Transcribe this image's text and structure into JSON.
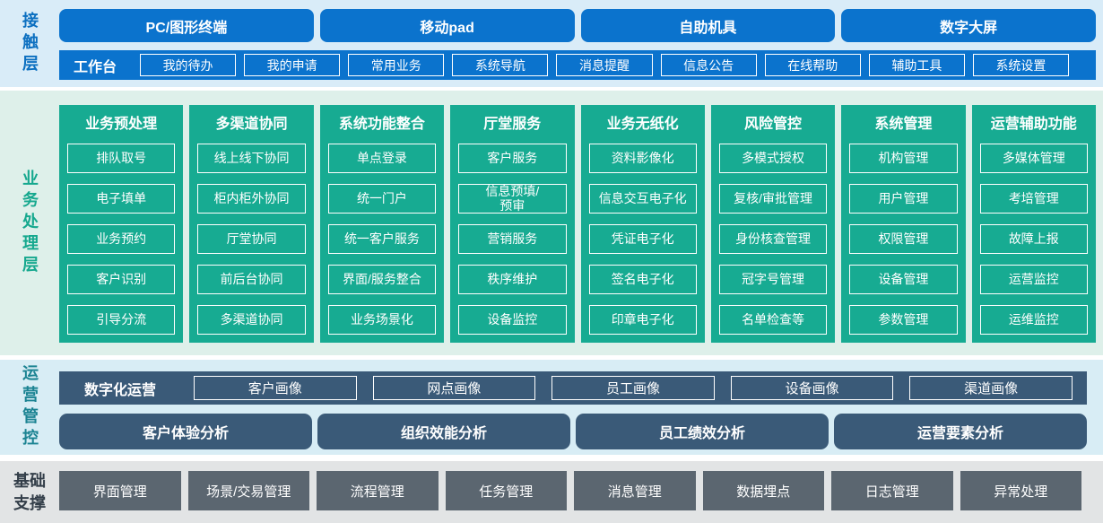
{
  "colors": {
    "contact_blue": "#0b73cd",
    "contact_bg": "#d9ecf8",
    "business_teal": "#17ab92",
    "business_bg": "#def0ea",
    "operations_slate": "#3a5a78",
    "operations_bg": "#d8edf5",
    "foundation_gray": "#5b6670",
    "foundation_bg": "#e2e4e5"
  },
  "layers": {
    "contact": {
      "label": "接触层",
      "terminals": [
        "PC/图形终端",
        "移动pad",
        "自助机具",
        "数字大屏"
      ],
      "workbench": {
        "label": "工作台",
        "items": [
          "我的待办",
          "我的申请",
          "常用业务",
          "系统导航",
          "消息提醒",
          "信息公告",
          "在线帮助",
          "辅助工具",
          "系统设置"
        ]
      }
    },
    "business": {
      "label": "业务处理层",
      "columns": [
        {
          "title": "业务预处理",
          "items": [
            "排队取号",
            "电子填单",
            "业务预约",
            "客户识别",
            "引导分流"
          ]
        },
        {
          "title": "多渠道协同",
          "items": [
            "线上线下协同",
            "柜内柜外协同",
            "厅堂协同",
            "前后台协同",
            "多渠道协同"
          ]
        },
        {
          "title": "系统功能整合",
          "items": [
            "单点登录",
            "统一门户",
            "统一客户服务",
            "界面/服务整合",
            "业务场景化"
          ]
        },
        {
          "title": "厅堂服务",
          "items": [
            "客户服务",
            "信息预填/\n预审",
            "营销服务",
            "秩序维护",
            "设备监控"
          ]
        },
        {
          "title": "业务无纸化",
          "items": [
            "资料影像化",
            "信息交互电子化",
            "凭证电子化",
            "签名电子化",
            "印章电子化"
          ]
        },
        {
          "title": "风险管控",
          "items": [
            "多模式授权",
            "复核/审批管理",
            "身份核查管理",
            "冠字号管理",
            "名单检查等"
          ]
        },
        {
          "title": "系统管理",
          "items": [
            "机构管理",
            "用户管理",
            "权限管理",
            "设备管理",
            "参数管理"
          ]
        },
        {
          "title": "运营辅助功能",
          "items": [
            "多媒体管理",
            "考培管理",
            "故障上报",
            "运营监控",
            "运维监控"
          ]
        }
      ]
    },
    "operations": {
      "label": "运营管控",
      "digital": {
        "label": "数字化运营",
        "items": [
          "客户画像",
          "网点画像",
          "员工画像",
          "设备画像",
          "渠道画像"
        ]
      },
      "analysis": [
        "客户体验分析",
        "组织效能分析",
        "员工绩效分析",
        "运营要素分析"
      ]
    },
    "foundation": {
      "label": "基础支撑",
      "items": [
        "界面管理",
        "场景/交易管理",
        "流程管理",
        "任务管理",
        "消息管理",
        "数据埋点",
        "日志管理",
        "异常处理"
      ]
    }
  }
}
